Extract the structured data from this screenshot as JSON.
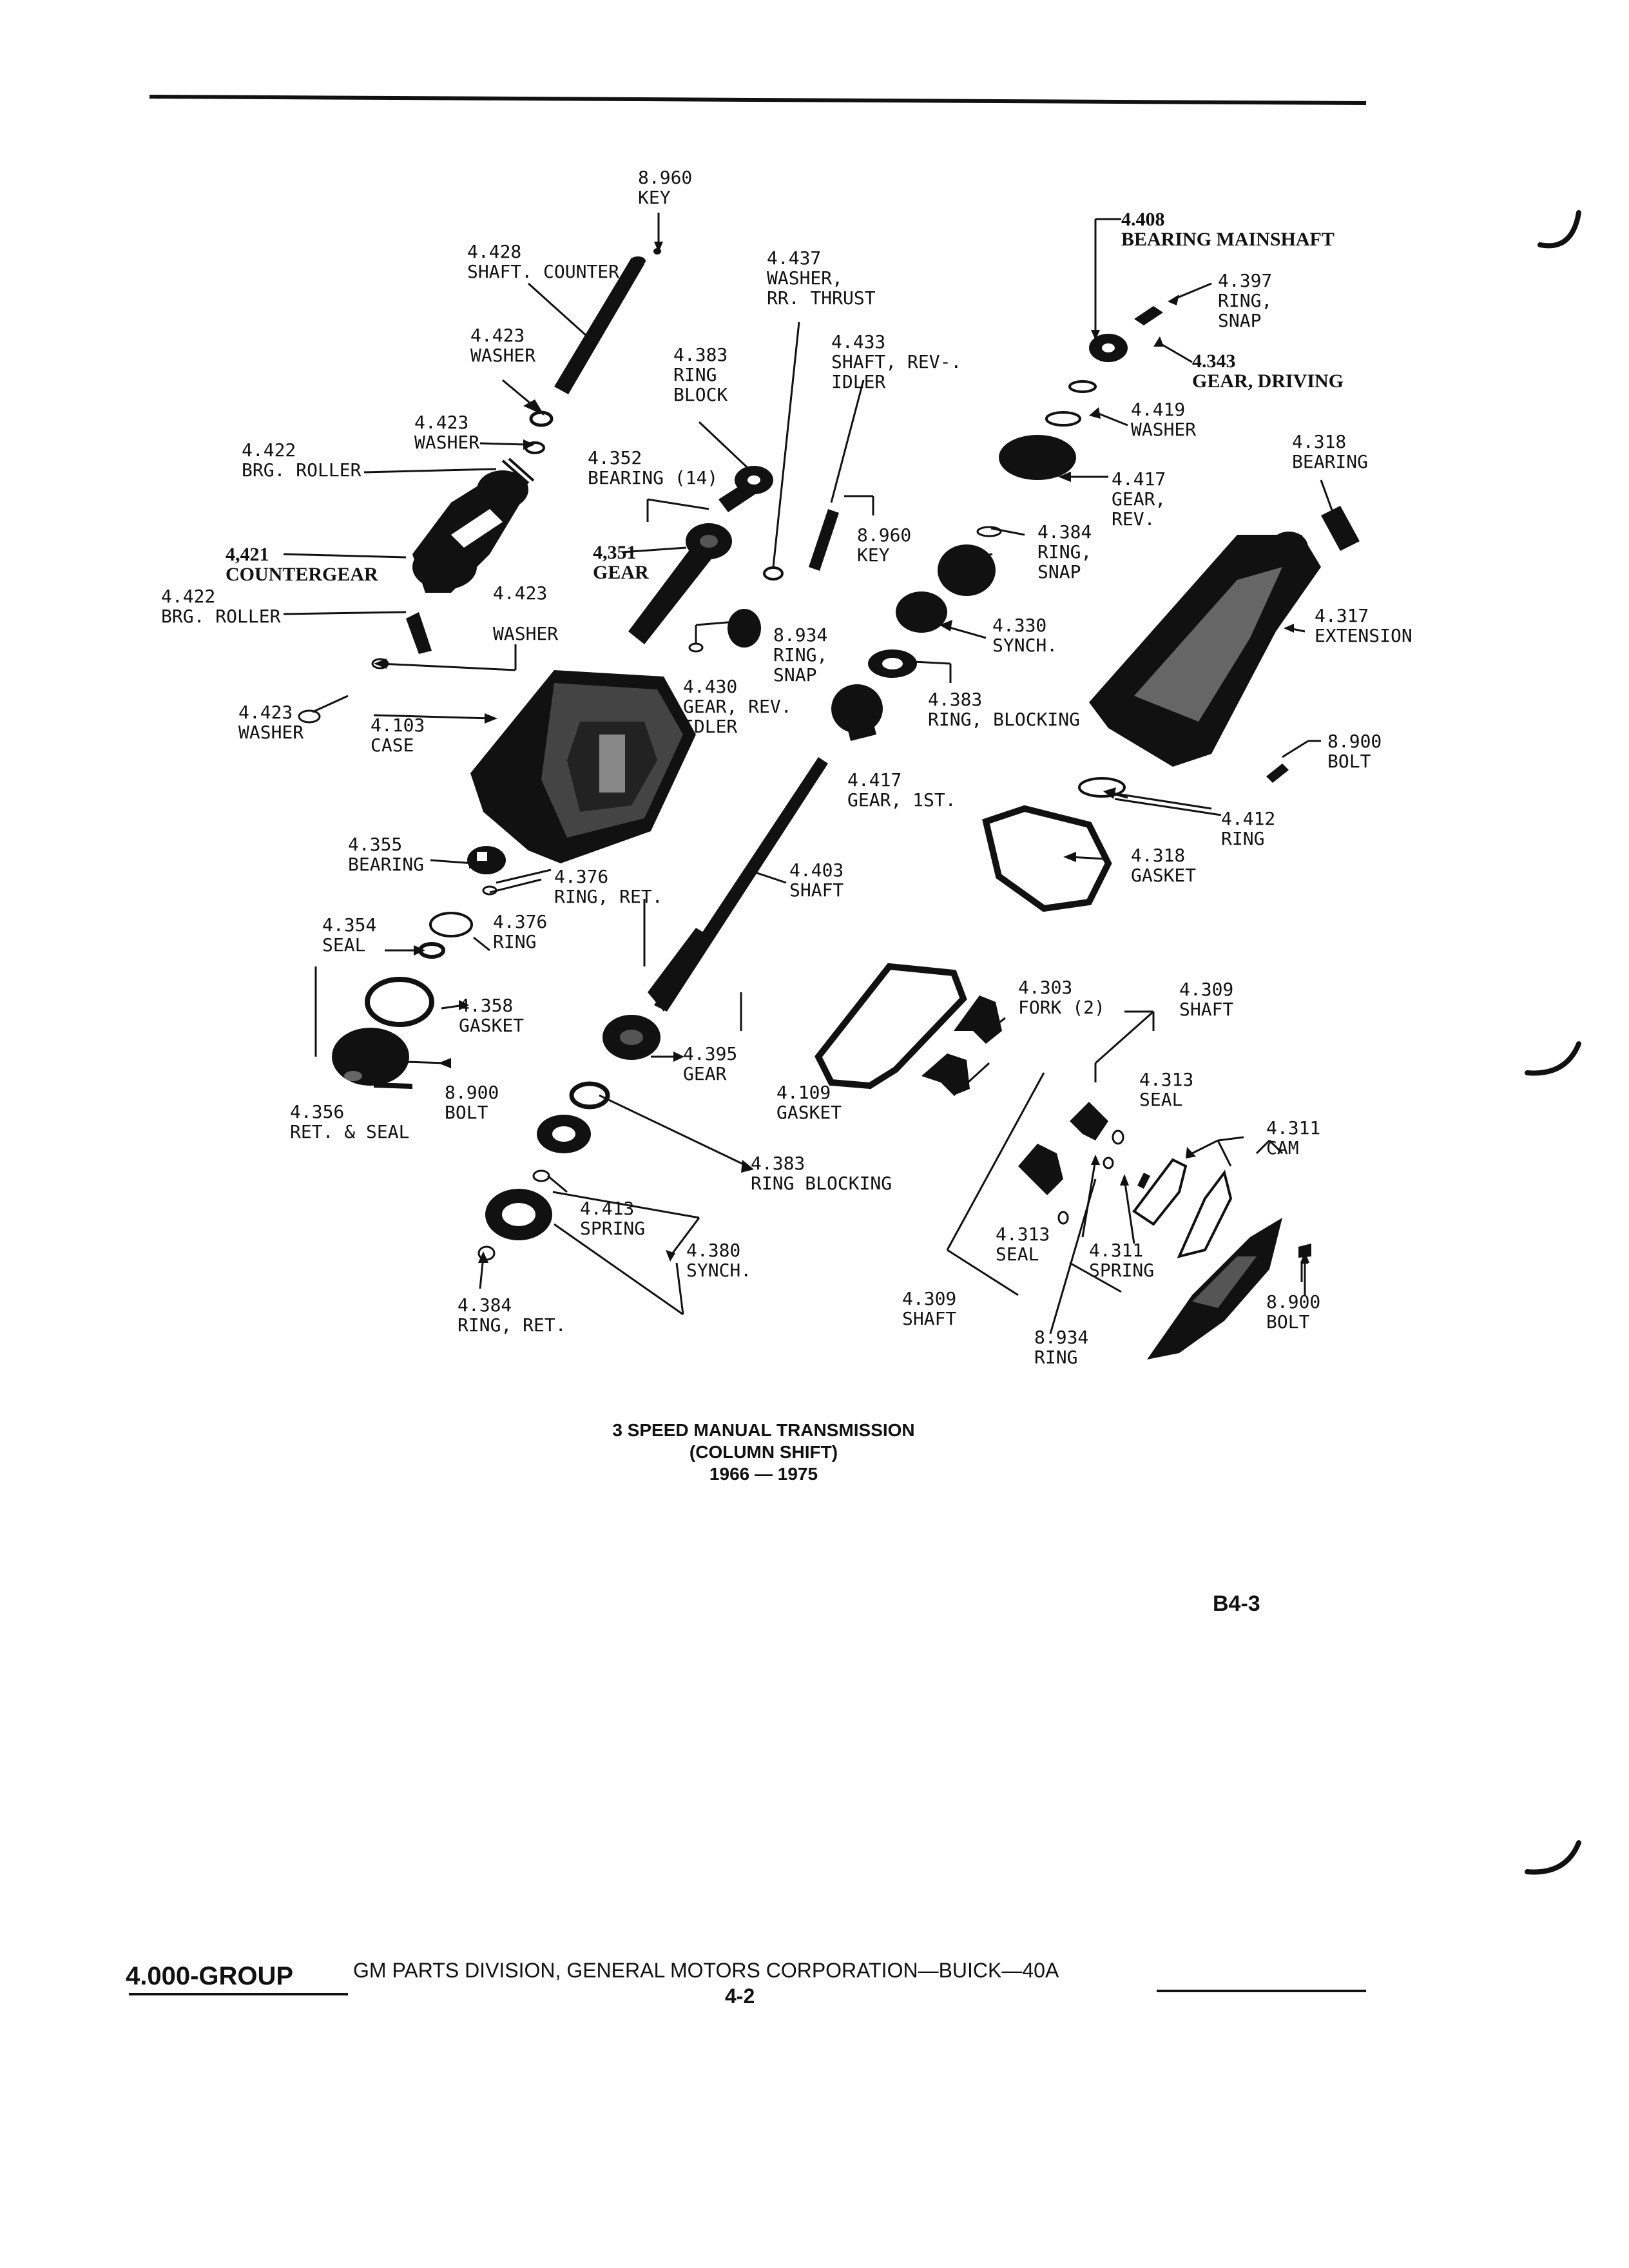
{
  "diagram": {
    "caption": {
      "line1": "3 SPEED MANUAL TRANSMISSION",
      "line2": "(COLUMN SHIFT)",
      "line3": "1966 — 1975"
    },
    "page_id": "B4-3",
    "labels": [
      {
        "num": "8.960",
        "name": "KEY"
      },
      {
        "num": "4.428",
        "name": "SHAFT. COUNTER"
      },
      {
        "num": "4.437",
        "name": "WASHER,\nRR. THRUST"
      },
      {
        "num": "4.408",
        "name": "BEARING MAINSHAFT"
      },
      {
        "num": "4.397",
        "name": "RING,\nSNAP"
      },
      {
        "num": "4.343",
        "name": "GEAR, DRIVING"
      },
      {
        "num": "4.423",
        "name": "WASHER"
      },
      {
        "num": "4.383",
        "name": "RING\nBLOCK"
      },
      {
        "num": "4.433",
        "name": "SHAFT, REV-.\nIDLER"
      },
      {
        "num": "4.419",
        "name": "WASHER"
      },
      {
        "num": "4.318",
        "name": "BEARING"
      },
      {
        "num": "4.423",
        "name": "WASHER"
      },
      {
        "num": "4.422",
        "name": "BRG. ROLLER"
      },
      {
        "num": "4.352",
        "name": "BEARING (14)"
      },
      {
        "num": "4.417",
        "name": "GEAR,\nREV."
      },
      {
        "num": "8.960",
        "name": "KEY"
      },
      {
        "num": "4.384",
        "name": "RING,\nSNAP"
      },
      {
        "num": "4,421",
        "name": "COUNTERGEAR"
      },
      {
        "num": "4,351",
        "name": "GEAR"
      },
      {
        "num": "4.423",
        "name": "WASHER"
      },
      {
        "num": "4.422",
        "name": "BRG. ROLLER"
      },
      {
        "num": "4.317",
        "name": "EXTENSION"
      },
      {
        "num": "4.330",
        "name": "SYNCH."
      },
      {
        "num": "8.934",
        "name": "RING,\nSNAP"
      },
      {
        "num": "4.430",
        "name": "GEAR, REV.\nIDLER"
      },
      {
        "num": "4.383",
        "name": "RING, BLOCKING"
      },
      {
        "num": "4.423",
        "name": "WASHER"
      },
      {
        "num": "4.103",
        "name": "CASE"
      },
      {
        "num": "8.900",
        "name": "BOLT"
      },
      {
        "num": "4.417",
        "name": "GEAR, 1ST."
      },
      {
        "num": "4.412",
        "name": "RING"
      },
      {
        "num": "4.355",
        "name": "BEARING"
      },
      {
        "num": "4.376",
        "name": "RING, RET."
      },
      {
        "num": "4.403",
        "name": "SHAFT"
      },
      {
        "num": "4.318",
        "name": "GASKET"
      },
      {
        "num": "4.354",
        "name": "SEAL"
      },
      {
        "num": "4.376",
        "name": "RING"
      },
      {
        "num": "4.358",
        "name": "GASKET"
      },
      {
        "num": "4.303",
        "name": "FORK (2)"
      },
      {
        "num": "4.309",
        "name": "SHAFT"
      },
      {
        "num": "4.395",
        "name": "GEAR"
      },
      {
        "num": "8.900",
        "name": "BOLT"
      },
      {
        "num": "4.109",
        "name": "GASKET"
      },
      {
        "num": "4.313",
        "name": "SEAL"
      },
      {
        "num": "4.356",
        "name": "RET. & SEAL"
      },
      {
        "num": "4.311",
        "name": "CAM"
      },
      {
        "num": "4.383",
        "name": "RING BLOCKING"
      },
      {
        "num": "4.413",
        "name": "SPRING"
      },
      {
        "num": "4.313",
        "name": "SEAL"
      },
      {
        "num": "4.380",
        "name": "SYNCH."
      },
      {
        "num": "4.311",
        "name": "SPRING"
      },
      {
        "num": "4.384",
        "name": "RING, RET."
      },
      {
        "num": "4.309",
        "name": "SHAFT"
      },
      {
        "num": "8.934",
        "name": "RING"
      },
      {
        "num": "8.900",
        "name": "BOLT"
      }
    ]
  },
  "footer": {
    "group": "4.000-GROUP",
    "text": "GM PARTS DIVISION, GENERAL MOTORS CORPORATION—BUICK—40A",
    "page": "4-2"
  }
}
